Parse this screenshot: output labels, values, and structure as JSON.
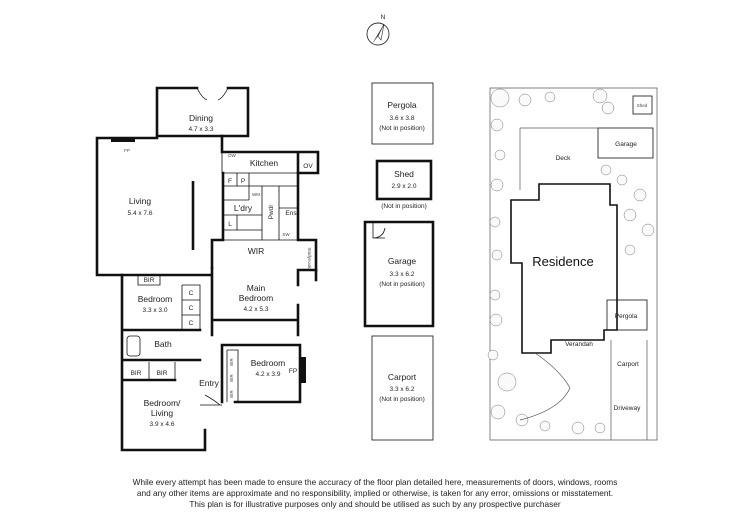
{
  "compass": {
    "north_label": "N"
  },
  "rooms": {
    "dining": {
      "name": "Dining",
      "size": "4.7 x 3.3"
    },
    "kitchen": {
      "name": "Kitchen",
      "dw": "DW",
      "ov": "OV"
    },
    "living": {
      "name": "Living",
      "size": "5.4 x 7.6",
      "fp": "FP"
    },
    "pantry": {
      "f": "F",
      "p": "P"
    },
    "laundry": {
      "name": "L'dry",
      "wm": "WM",
      "l": "L"
    },
    "powder": {
      "name": "Pwdr"
    },
    "ensuite": {
      "name": "Ens",
      "sw": "SW"
    },
    "wir": {
      "name": "WIR"
    },
    "studynook": {
      "name": "Studynook"
    },
    "main_bedroom": {
      "name": "Main",
      "name2": "Bedroom",
      "size": "4.2 x 5.3"
    },
    "bedroom1": {
      "name": "Bedroom",
      "size": "3.3 x 3.0",
      "bir": "BIR"
    },
    "cupboards": [
      "C",
      "C",
      "C"
    ],
    "bath": {
      "name": "Bath"
    },
    "bir_pair": [
      "BIR",
      "BIR"
    ],
    "bedroom2": {
      "name": "Bedroom",
      "size": "4.2 x 3.9",
      "fp": "FP",
      "bir_a": "BIR",
      "bir_b": "BIR",
      "bir_c": "BIR"
    },
    "bedroom_living": {
      "name": "Bedroom/",
      "name2": "Living",
      "size": "3.9 x 4.6"
    },
    "entry": {
      "name": "Entry"
    }
  },
  "outbuildings": {
    "pergola": {
      "name": "Pergola",
      "size": "3.6 x 3.8",
      "note": "(Not in position)"
    },
    "shed": {
      "name": "Shed",
      "size": "2.9 x 2.0",
      "note": "(Not in position)"
    },
    "garage": {
      "name": "Garage",
      "size": "3.3 x 6.2",
      "note": "(Not in position)"
    },
    "carport": {
      "name": "Carport",
      "size": "3.3 x 6.2",
      "note": "(Not in position)"
    }
  },
  "site_plan": {
    "residence": "Residence",
    "shed": "Shed",
    "garage": "Garage",
    "deck": "Deck",
    "pergola": "Pergola",
    "verandah": "Verandah",
    "carport": "Carport",
    "driveway": "Driveway"
  },
  "disclaimer": [
    "While every attempt has been made to ensure the accuracy of the floor plan detailed here, measurements of doors, windows, rooms",
    "and any other items are approximate and no responsibility, implied or otherwise, is taken for any error, omissions or misstatement.",
    "This plan is for illustrative purposes only and should be utilised as such by any prospective purchaser"
  ]
}
